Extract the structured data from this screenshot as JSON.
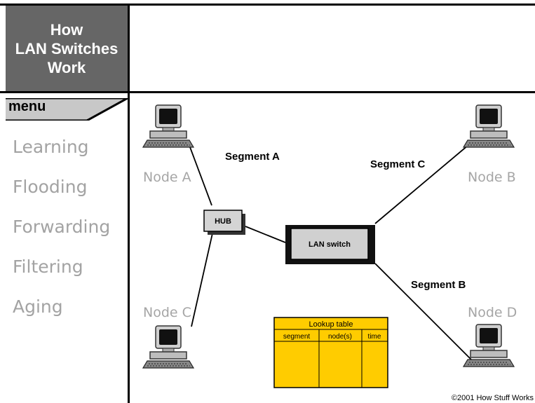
{
  "header": {
    "title_lines": [
      "How",
      "LAN Switches",
      "Work"
    ],
    "title_bg": "#666666"
  },
  "menu": {
    "label": "menu",
    "items": [
      {
        "label": "Learning"
      },
      {
        "label": "Flooding"
      },
      {
        "label": "Forwarding"
      },
      {
        "label": "Filtering"
      },
      {
        "label": "Aging"
      }
    ],
    "item_color": "#a3a3a3"
  },
  "diagram": {
    "nodes": [
      {
        "label": "Node A",
        "icon": "computer-icon"
      },
      {
        "label": "Node B",
        "icon": "computer-icon"
      },
      {
        "label": "Node C",
        "icon": "computer-icon"
      },
      {
        "label": "Node D",
        "icon": "computer-icon"
      }
    ],
    "segments": [
      {
        "label": "Segment A"
      },
      {
        "label": "Segment B"
      },
      {
        "label": "Segment C"
      }
    ],
    "hub_label": "HUB",
    "switch_label": "LAN switch",
    "lookup_table": {
      "title": "Lookup table",
      "columns": [
        "segment",
        "node(s)",
        "time"
      ],
      "fill": "#ffcc00"
    },
    "copyright": "©2001 How Stuff Works"
  }
}
